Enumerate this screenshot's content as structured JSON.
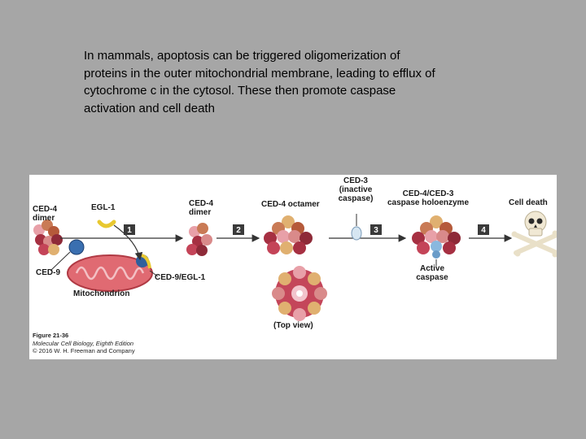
{
  "slide": {
    "caption": "In mammals, apoptosis can be triggered oligomerization of\nproteins in the outer mitochondrial membrane, leading to efflux of\ncytochrome c in the cytosol.  These then promote caspase\nactivation and cell death"
  },
  "figure": {
    "labels": {
      "ced4_dimer_left": "CED-4\ndimer",
      "egl1": "EGL-1",
      "ced9": "CED-9",
      "mitochondrion": "Mitochondrion",
      "ced9_egl1": "CED-9/EGL-1",
      "ced4_dimer_mid": "CED-4\ndimer",
      "ced4_octamer": "CED-4 octamer",
      "ced3_inactive": "CED-3\n(inactive\ncaspase)",
      "holoenzyme": "CED-4/CED-3\ncaspase holoenzyme",
      "cell_death": "Cell death",
      "active_caspase": "Active\ncaspase",
      "top_view": "(Top view)"
    },
    "steps": [
      "1",
      "2",
      "3",
      "4"
    ],
    "credit": {
      "number": "Figure 21-36",
      "book": "Molecular Cell Biology, Eighth Edition",
      "publisher": "© 2016 W. H. Freeman and Company"
    }
  }
}
